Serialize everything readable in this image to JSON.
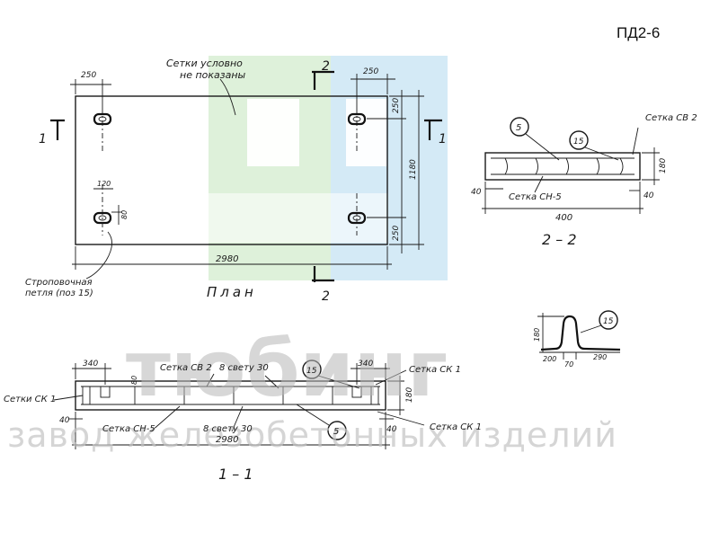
{
  "code": "ПД2-6",
  "watermark": {
    "brand": "тюбинг",
    "tagline": "завод железобетонных изделий"
  },
  "plan": {
    "caption": "План",
    "note_line1": "Сетки условно",
    "note_line2": "не показаны",
    "loop_label_line1": "Строповочная",
    "loop_label_line2": "петля (поз 15)",
    "dim_250_left": "250",
    "dim_250_right": "250",
    "dim_250_top": "250",
    "dim_250_bottom": "250",
    "dim_1180": "1180",
    "dim_120": "120",
    "dim_80": "80",
    "dim_2980": "2980",
    "section_mark_1": "1",
    "section_mark_2": "2"
  },
  "section_22": {
    "caption": "2 – 2",
    "label_cv2": "Сетка СВ 2",
    "label_ch5": "Сетка СН-5",
    "dim_400": "400",
    "dim_40_left": "40",
    "dim_40_right": "40",
    "dim_180": "180",
    "callout_5": "5",
    "callout_15": "15"
  },
  "loop_detail": {
    "dim_180": "180",
    "dim_200": "200",
    "dim_70": "70",
    "dim_290": "290",
    "callout_15": "15"
  },
  "section_11": {
    "caption": "1 – 1",
    "label_ck1_left": "Сетки СК 1",
    "label_cv2": "Сетка СВ 2",
    "label_vsvetu_30_top": "8 свету 30",
    "label_ck1_right_top": "Сетка СК 1",
    "label_ch5": "Сетка СН-5",
    "label_vsvetu_30_bottom": "8 свету 30",
    "label_ck1_right_bottom": "Сетка СК 1",
    "dim_340_left": "340",
    "dim_340_right": "340",
    "dim_80": "80",
    "dim_180": "180",
    "dim_40_left": "40",
    "dim_40_right": "40",
    "dim_2980": "2980",
    "callout_15": "15",
    "callout_5": "5"
  }
}
